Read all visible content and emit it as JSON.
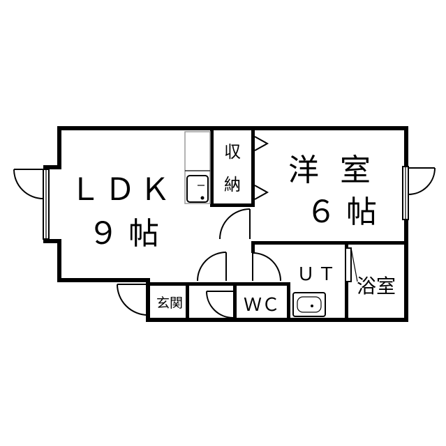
{
  "rooms": {
    "ldk": {
      "name": "ＬＤＫ",
      "size": "９ 帖"
    },
    "western": {
      "name": "洋 室",
      "size": "６ 帖"
    },
    "storage": {
      "line1": "収",
      "line2": "納"
    },
    "entrance": {
      "name": "玄関"
    },
    "wc": {
      "name": "ＷＣ"
    },
    "utility": {
      "name": "ＵＴ"
    },
    "bath": {
      "name": "浴室"
    }
  }
}
